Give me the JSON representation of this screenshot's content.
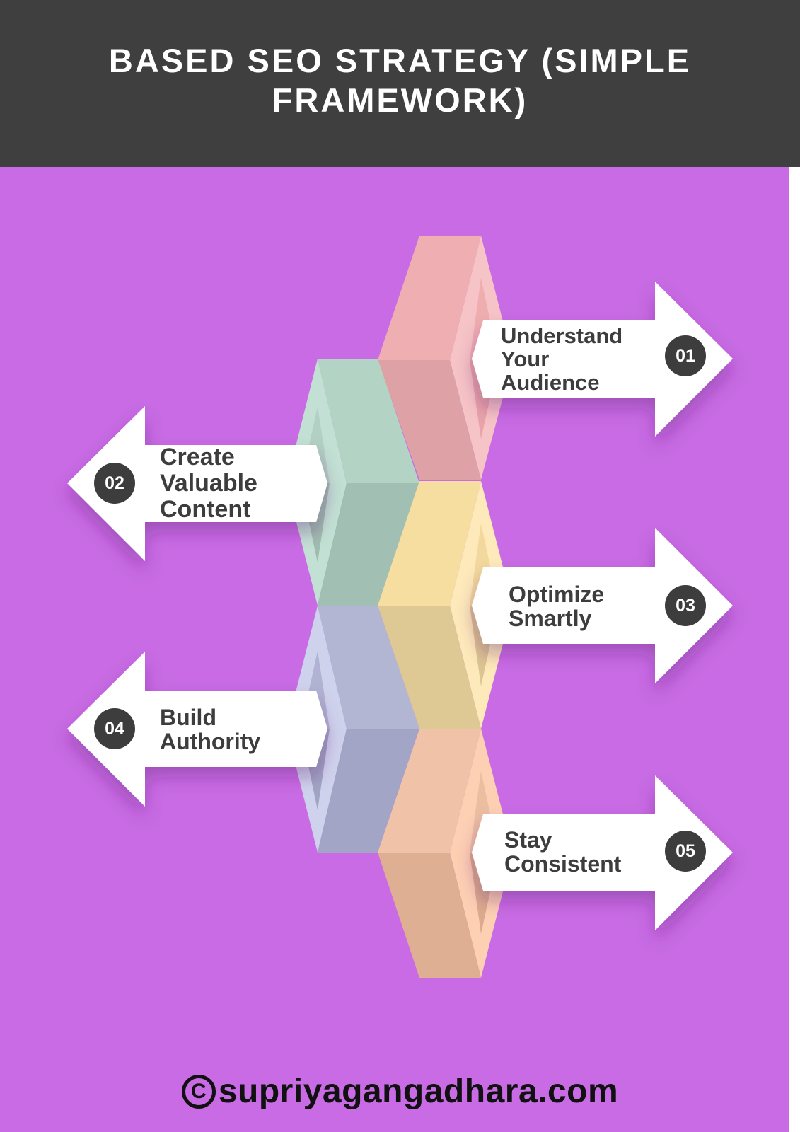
{
  "header": {
    "title": "BASED SEO STRATEGY (SIMPLE FRAMEWORK)"
  },
  "steps": [
    {
      "number": "01",
      "label": "Understand\nYour\nAudience",
      "direction": "right",
      "color": "#f0aeb2"
    },
    {
      "number": "02",
      "label": "Create\nValuable\nContent",
      "direction": "left",
      "color": "#b4d3c6"
    },
    {
      "number": "03",
      "label": "Optimize\nSmartly",
      "direction": "right",
      "color": "#f6dfa1"
    },
    {
      "number": "04",
      "label": "Build\nAuthority",
      "direction": "left",
      "color": "#b2b6d3"
    },
    {
      "number": "05",
      "label": "Stay\nConsistent",
      "direction": "right",
      "color": "#f1c3a7"
    }
  ],
  "colors": {
    "background": "#c86be4",
    "header": "#3f3f3f",
    "badge": "#3d3d3d",
    "text": "#3d3d3d"
  },
  "footer": {
    "copyright_symbol": "C",
    "site": "supriyagangadhara.com"
  }
}
